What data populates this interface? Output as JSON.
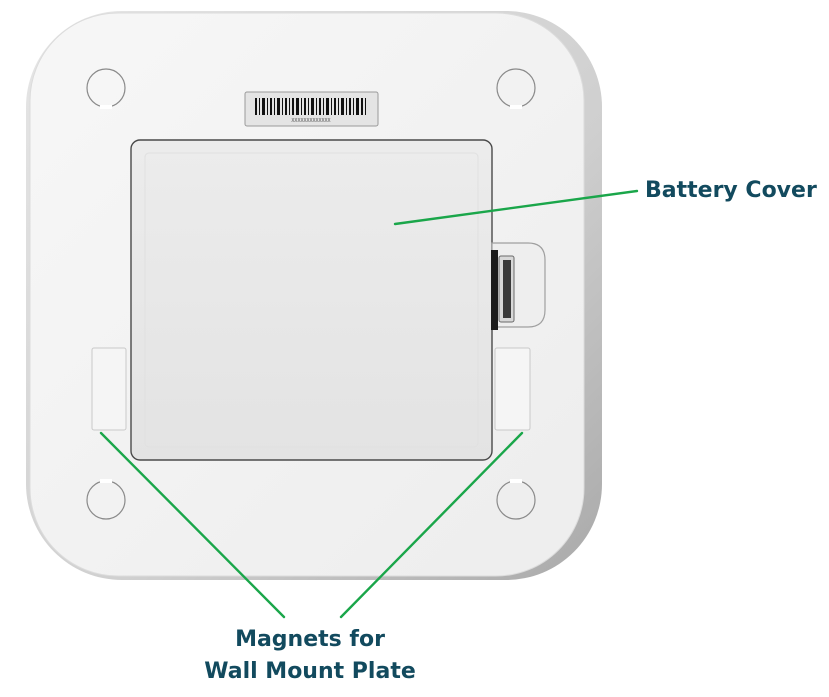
{
  "device": {
    "barcode_text": "XXXXXXXXXXXXX"
  },
  "callouts": {
    "battery_cover": "Battery Cover",
    "magnets_line1": "Magnets for",
    "magnets_line2": "Wall Mount Plate"
  },
  "colors": {
    "callout_line": "#1aa64a",
    "callout_text": "#124a5e",
    "device_body": "#f2f2f2",
    "device_rim": "#b5b5b5",
    "battery_cover": "#e9e9e9"
  }
}
